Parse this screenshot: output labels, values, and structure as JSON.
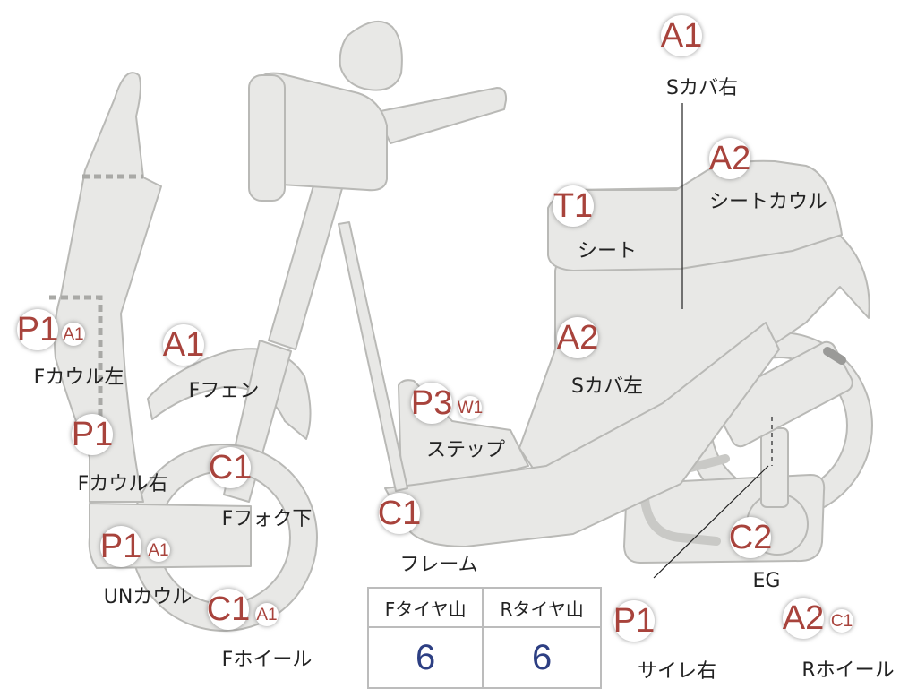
{
  "colors": {
    "part_fill": "#e8e8e6",
    "part_stroke": "#b9b9b6",
    "code_text": "#a8433c",
    "value_text": "#2d3f83"
  },
  "parts": [
    {
      "id": "s-cover-right",
      "code": "A1",
      "label": "Sカバ右"
    },
    {
      "id": "seat-cowl",
      "code": "A2",
      "label": "シートカウル"
    },
    {
      "id": "seat",
      "code": "T1",
      "label": "シート"
    },
    {
      "id": "f-cowl-left",
      "code": "P1",
      "sub_code": "A1",
      "label": "Fカウル左"
    },
    {
      "id": "f-fender",
      "code": "A1",
      "label": "Fフェン"
    },
    {
      "id": "s-cover-left",
      "code": "A2",
      "label": "Sカバ左"
    },
    {
      "id": "step",
      "code": "P3",
      "sub_code": "W1",
      "label": "ステップ"
    },
    {
      "id": "f-cowl-right",
      "code": "P1",
      "label": "Fカウル右"
    },
    {
      "id": "f-fork-lower",
      "code": "C1",
      "label": "Fフォク下"
    },
    {
      "id": "frame",
      "code": "C1",
      "label": "フレーム"
    },
    {
      "id": "un-cowl",
      "code": "P1",
      "sub_code": "A1",
      "label": "UNカウル"
    },
    {
      "id": "engine",
      "code": "C2",
      "label": "EG"
    },
    {
      "id": "f-wheel",
      "code": "C1",
      "sub_code": "A1",
      "label": "Fホイール"
    },
    {
      "id": "muffler-right",
      "code": "P1",
      "label": "サイレ右"
    },
    {
      "id": "r-wheel",
      "code": "A2",
      "sub_code": "C1",
      "label": "Rホイール"
    }
  ],
  "tire_table": {
    "headers": [
      "Fタイヤ山",
      "Rタイヤ山"
    ],
    "values": [
      "6",
      "6"
    ]
  }
}
